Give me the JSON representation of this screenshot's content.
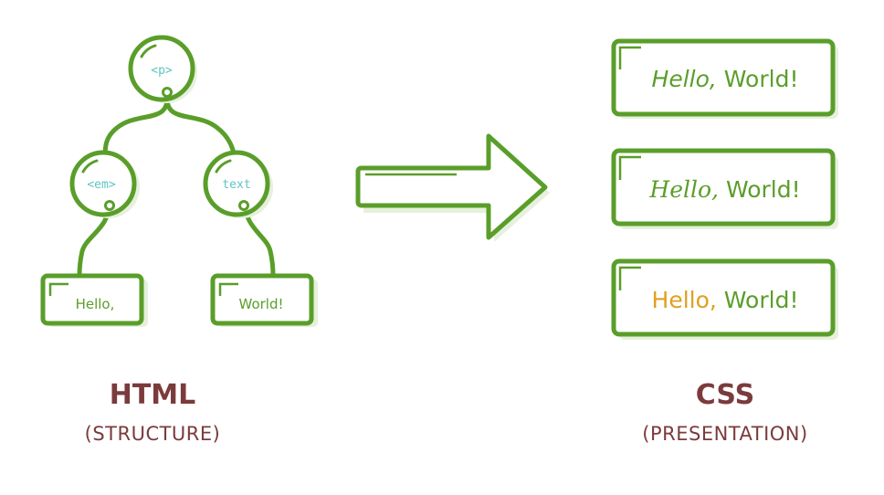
{
  "colors": {
    "stroke": "#5a9e2a",
    "shadow": "#e6f0dc",
    "tag_text": "#5ec4c0",
    "label_text": "#7b3b3c",
    "accent_orange": "#e0a020"
  },
  "html_side": {
    "tree": {
      "root": {
        "label": "<p>"
      },
      "children": [
        {
          "label": "<em>",
          "leaf": "Hello,"
        },
        {
          "label": "text",
          "leaf": "World!"
        }
      ]
    },
    "title": "HTML",
    "subtitle": "(STRUCTURE)"
  },
  "arrow": {
    "icon": "right-arrow-icon"
  },
  "css_side": {
    "examples": [
      {
        "part1": "Hello,",
        "part2": "World!",
        "style": "italic"
      },
      {
        "part1": "Hello,",
        "part2": "World!",
        "style": "script"
      },
      {
        "part1": "Hello,",
        "part2": "World!",
        "style": "colored"
      }
    ],
    "title": "CSS",
    "subtitle": "(PRESENTATION)"
  }
}
